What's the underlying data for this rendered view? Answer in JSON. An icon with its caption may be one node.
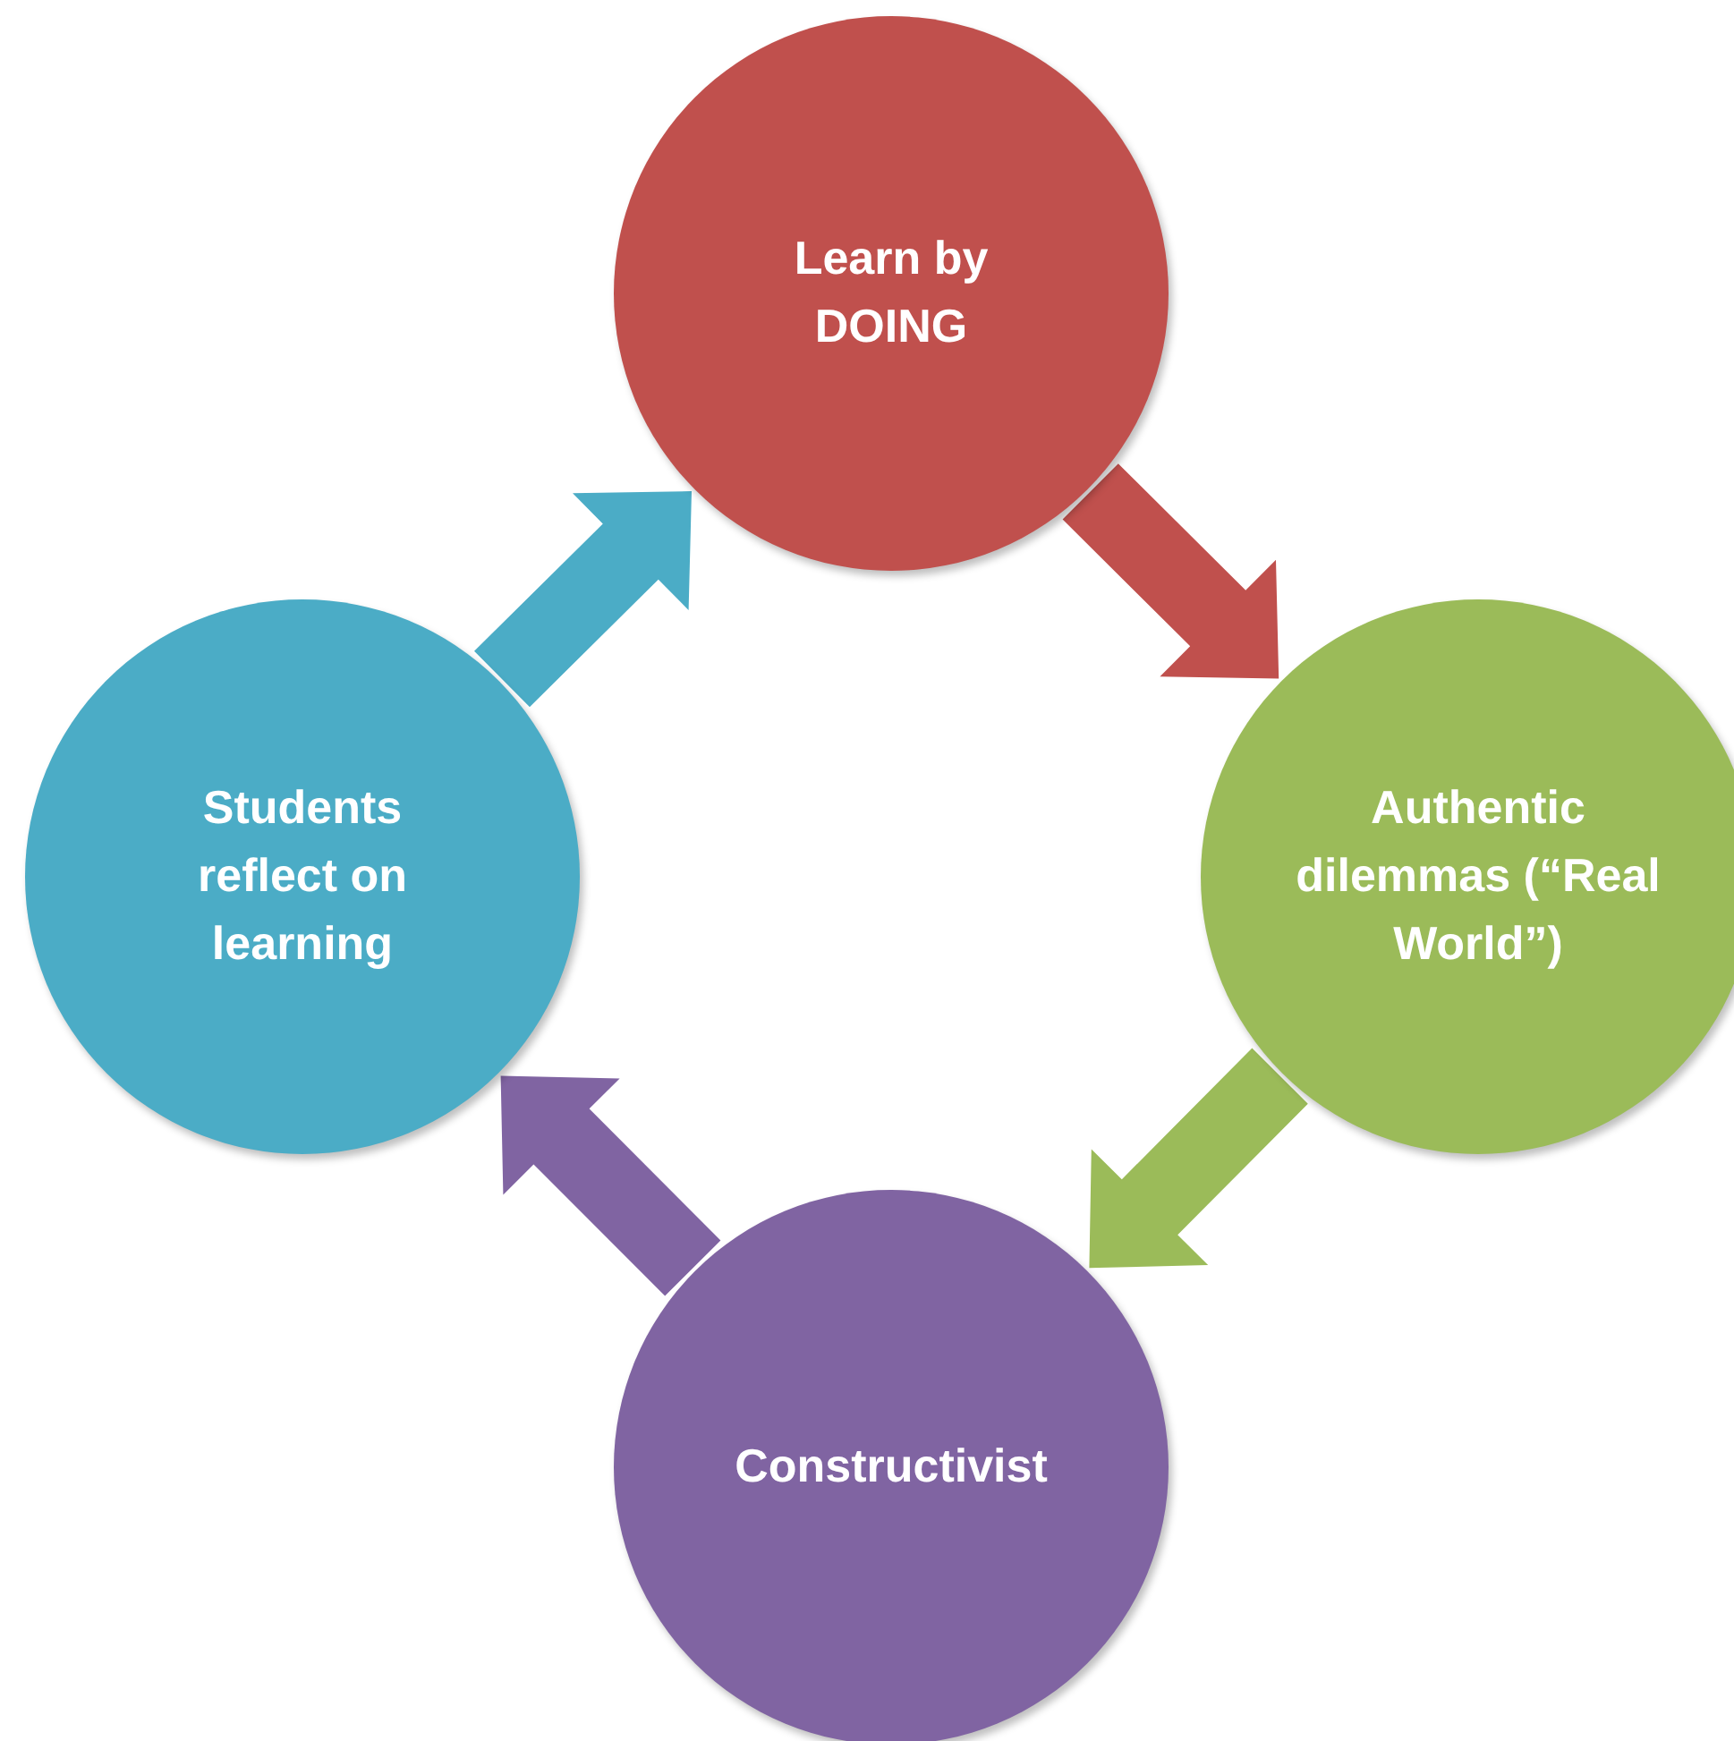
{
  "diagram": {
    "nodes": [
      {
        "text": [
          "Learn by DOING"
        ]
      },
      {
        "text": [
          "Authentic dilemmas (“Real World”)"
        ]
      },
      {
        "text": [
          "Constructivist"
        ]
      },
      {
        "text": [
          "Students reflect on learning"
        ]
      }
    ],
    "edges": [
      {
        "from": 0,
        "to": 1,
        "arrow": "to",
        "style": "thick",
        "color": "#c0504d"
      },
      {
        "from": 1,
        "to": 2,
        "arrow": "to",
        "style": "thick",
        "color": "#9bbb59"
      },
      {
        "from": 2,
        "to": 3,
        "arrow": "to",
        "style": "thick",
        "color": "#8064a2"
      },
      {
        "from": 3,
        "to": 0,
        "arrow": "to",
        "style": "thick",
        "color": "#4bacc6"
      }
    ]
  }
}
